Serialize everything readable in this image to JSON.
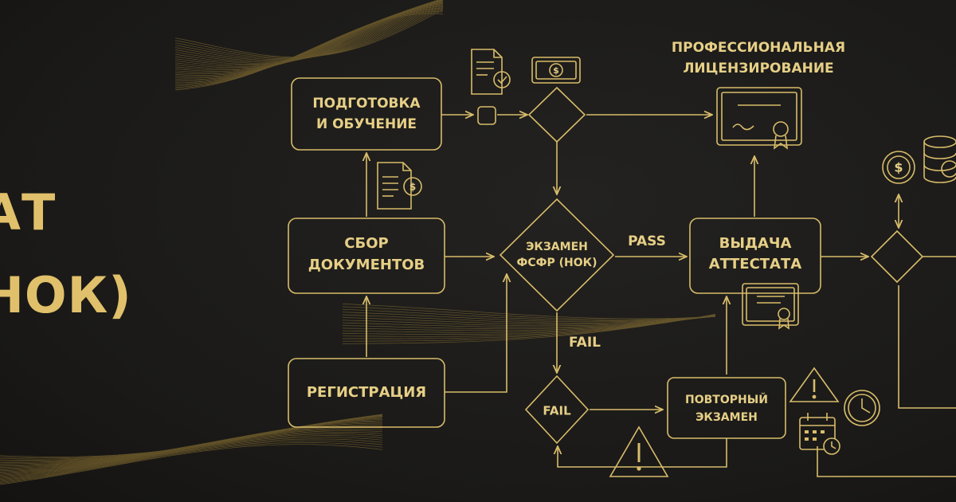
{
  "title_fragment": {
    "line1": "АТ",
    "line2": "НОК)"
  },
  "nodes": {
    "training": {
      "line1": "ПОДГОТОВКА",
      "line2": "И ОБУЧЕНИЕ"
    },
    "documents": {
      "line1": "СБОР",
      "line2": "ДОКУМЕНТОВ"
    },
    "registration": {
      "line1": "РЕГИСТРАЦИЯ"
    },
    "exam": {
      "line1": "ЭКЗАМЕН",
      "line2": "ФСФР (НОК)"
    },
    "certificate": {
      "line1": "ВЫДАЧА",
      "line2": "АТТЕСТАТА"
    },
    "fail_diamond": {
      "line1": "FAIL"
    },
    "retake": {
      "line1": "ПОВТОРНЫЙ",
      "line2": "ЭКЗАМЕН"
    }
  },
  "edge_labels": {
    "pass": "PASS",
    "fail": "FAIL"
  },
  "licensing": {
    "line1": "ПРОФЕССИОНАЛЬНАЯ",
    "line2": "ЛИЦЕНЗИРОВАНИЕ"
  },
  "icons": [
    "document-check-icon",
    "banknote-icon",
    "document-dollar-icon",
    "certificate-icon",
    "certificate-small-icon",
    "coin-icon",
    "database-icon",
    "warning-icon",
    "warning-icon-small",
    "clock-icon",
    "calendar-icon"
  ],
  "colors": {
    "background": "#1c1b19",
    "accent": "#d8bc6a",
    "text": "#e6cf86"
  }
}
